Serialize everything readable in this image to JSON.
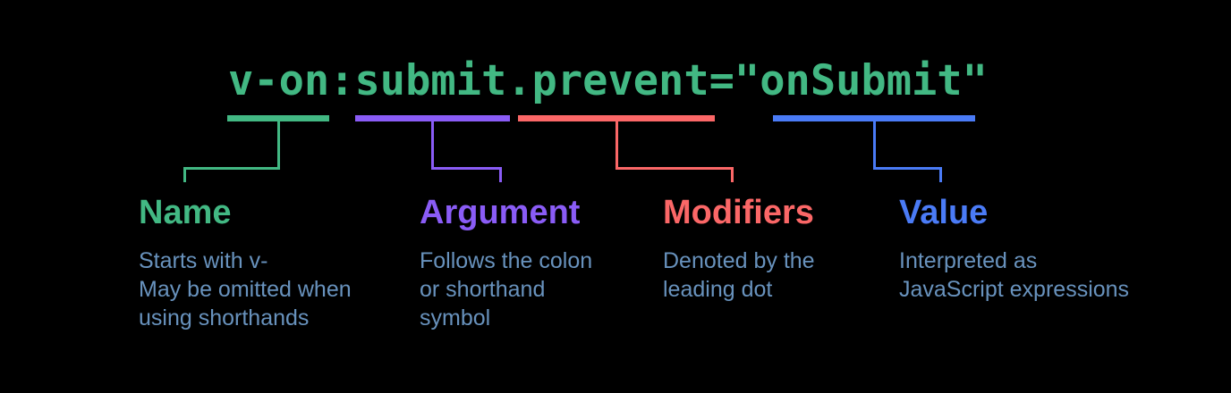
{
  "background_color": "#000000",
  "code": {
    "text": "v-on:submit.prevent=\"onSubmit\"",
    "color": "#42b883"
  },
  "description_text_color": "#6892bd",
  "annotations": [
    {
      "label": "Name",
      "color": "#42b883",
      "covers": "v-on",
      "description_lines": [
        "Starts with v-",
        "May be omitted when",
        "using shorthands"
      ]
    },
    {
      "label": "Argument",
      "color": "#8a5cf6",
      "covers": "submit",
      "description_lines": [
        "Follows the colon",
        "or shorthand",
        "symbol"
      ]
    },
    {
      "label": "Modifiers",
      "color": "#fb6767",
      "covers": ".prevent",
      "description_lines": [
        "Denoted by the",
        "leading dot"
      ]
    },
    {
      "label": "Value",
      "color": "#4a7bf6",
      "covers": "onSubmit",
      "description_lines": [
        "Interpreted as",
        "JavaScript expressions"
      ]
    }
  ]
}
